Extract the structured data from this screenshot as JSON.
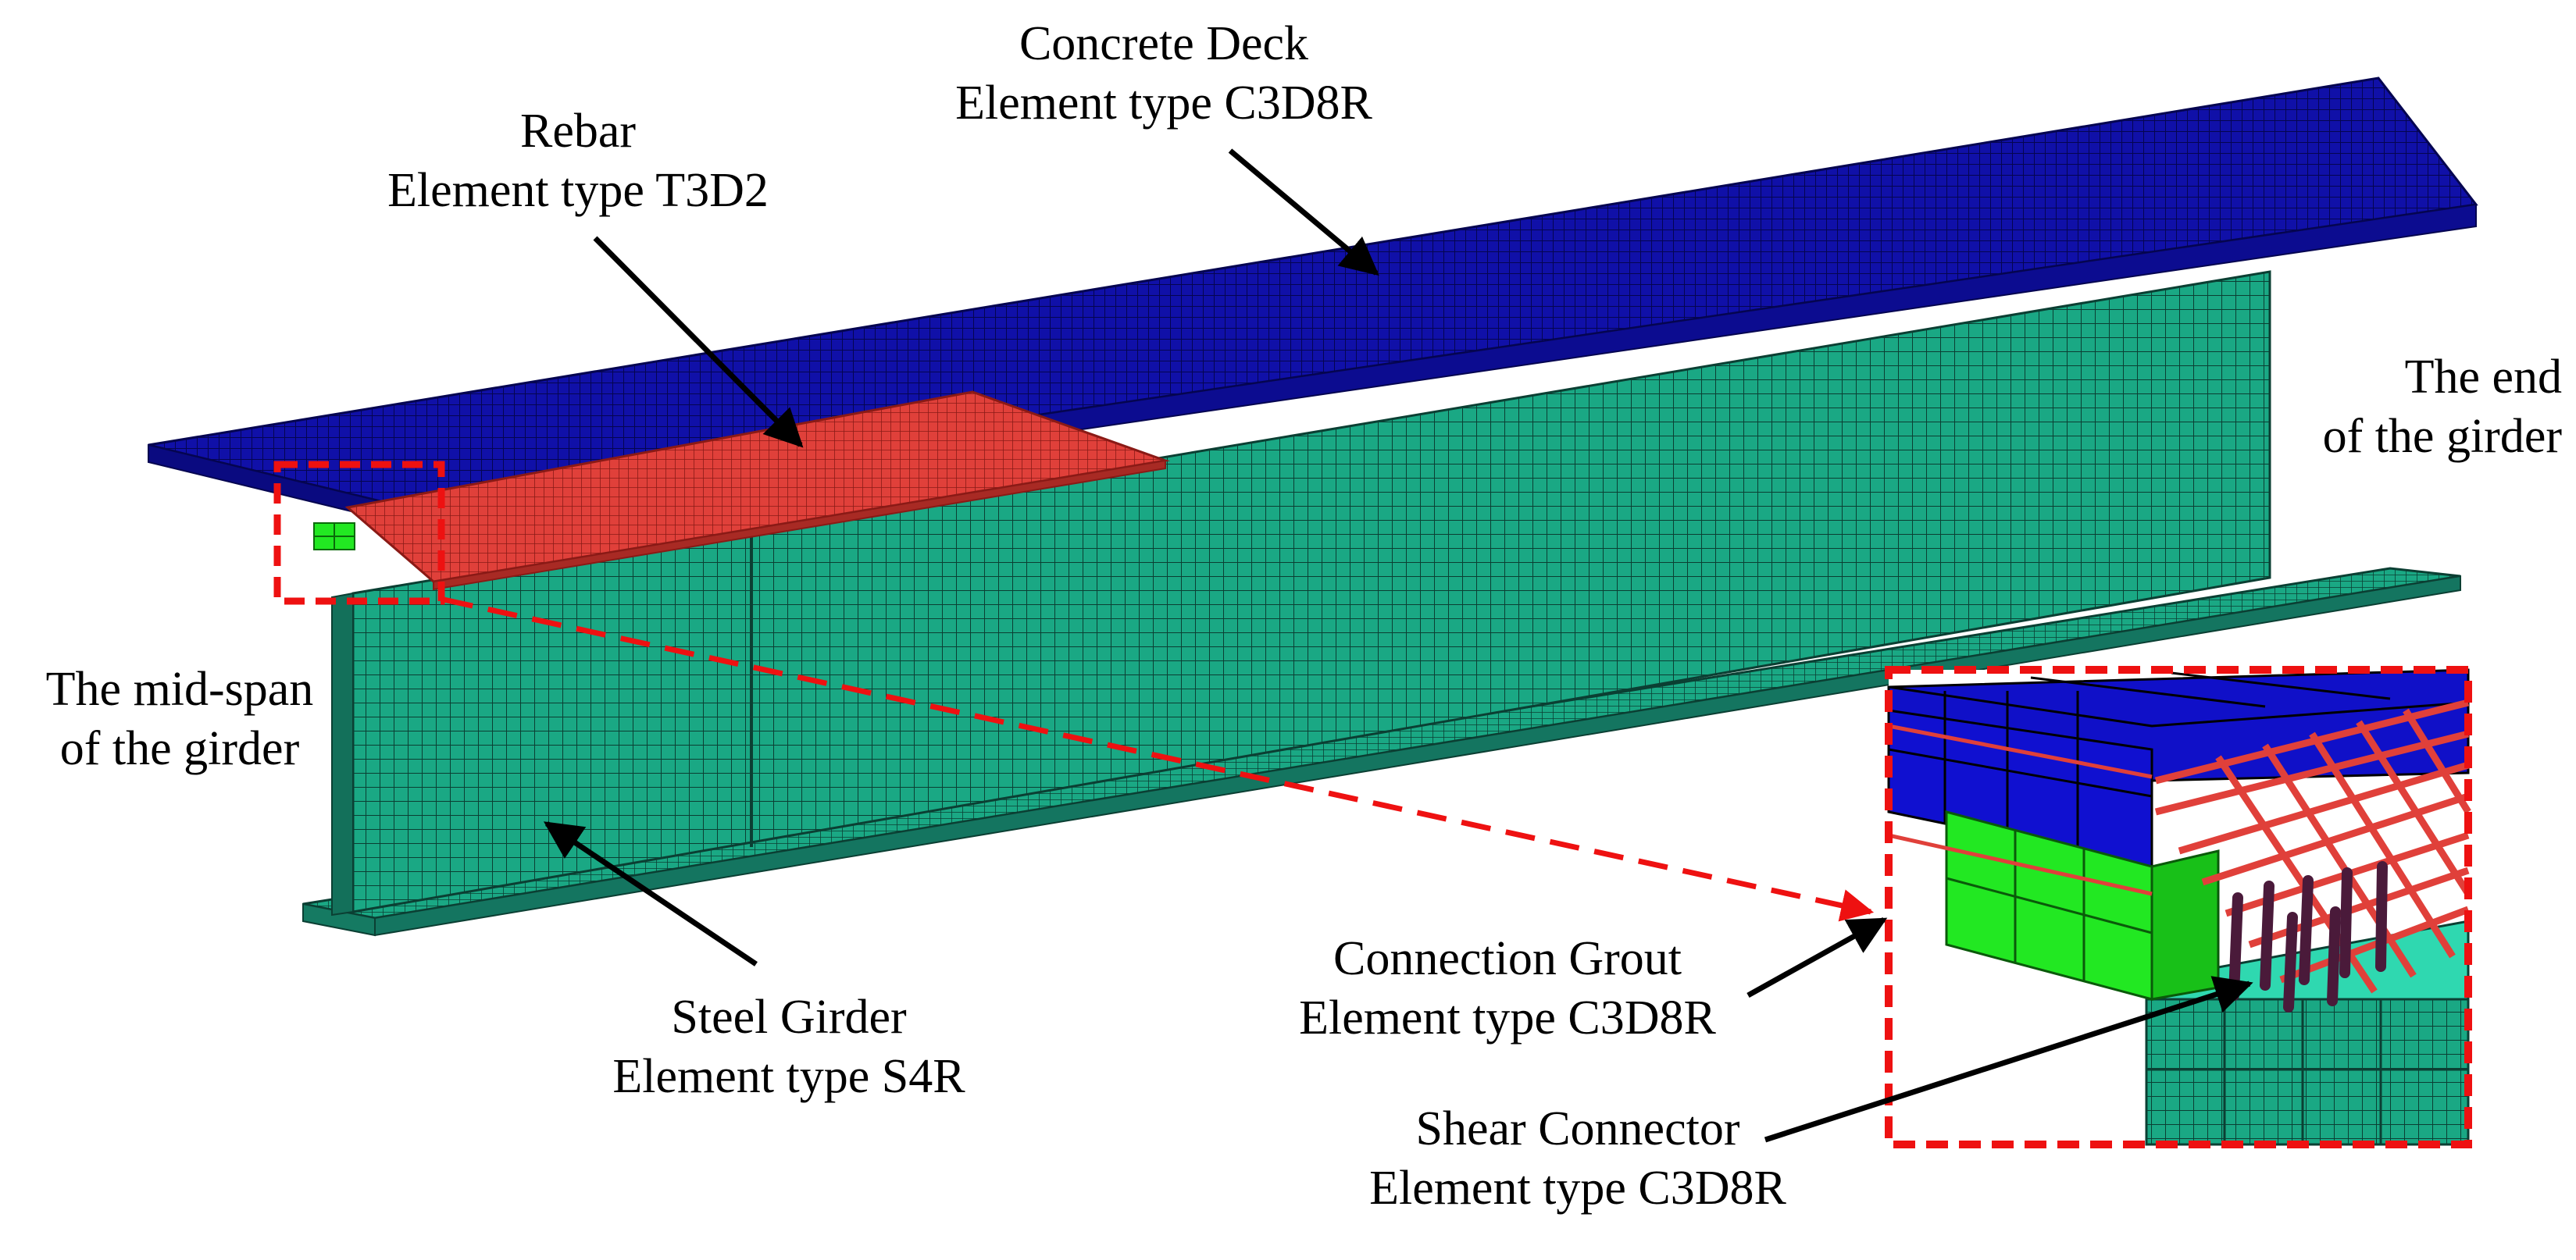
{
  "labels": {
    "concrete_deck": {
      "name": "Concrete Deck",
      "element": "Element type C3D8R"
    },
    "rebar": {
      "name": "Rebar",
      "element": "Element type T3D2"
    },
    "girder_end": {
      "line1": "The end",
      "line2": "of the girder"
    },
    "mid_span": {
      "line1": "The mid-span",
      "line2": "of the girder"
    },
    "steel_girder": {
      "name": "Steel Girder",
      "element": "Element type S4R"
    },
    "connection_grout": {
      "name": "Connection Grout",
      "element": "Element type C3D8R"
    },
    "shear_connector": {
      "name": "Shear Connector",
      "element": "Element type C3D8R"
    }
  },
  "colors": {
    "concrete_deck": "#1010a8",
    "rebar": "#e0403a",
    "steel_girder": "#1aa884",
    "connection_grout": "#22e822",
    "shear_connector": "#4a1a3a",
    "mesh_line": "#000000",
    "callout_dashed": "#ee1111",
    "arrow": "#000000"
  }
}
